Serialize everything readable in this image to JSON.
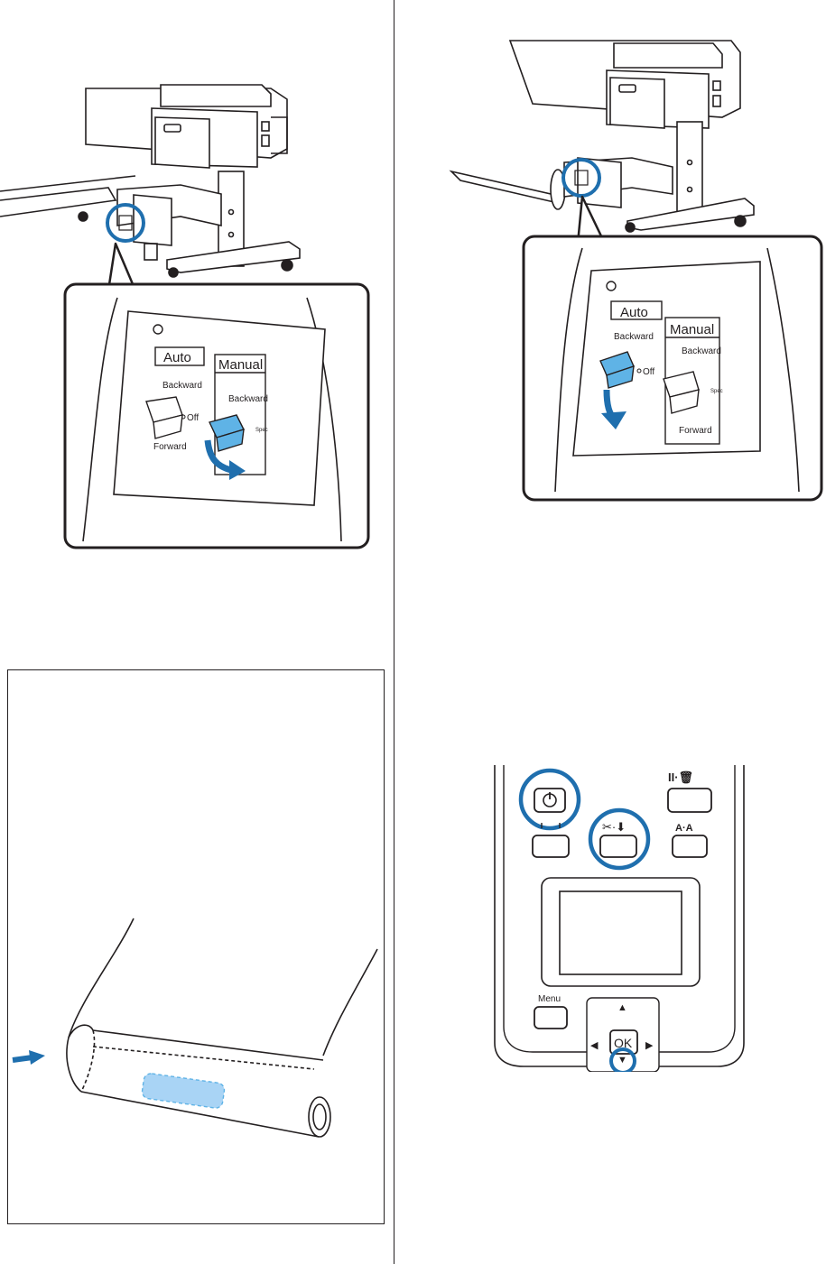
{
  "switch_panel": {
    "auto_label": "Auto",
    "manual_label": "Manual",
    "auto_backward": "Backward",
    "auto_forward": "Forward",
    "off_label": "Off",
    "manual_backward": "Backward",
    "manual_forward": "Forward",
    "speed_label": "Spec"
  },
  "control_panel": {
    "menu_label": "Menu",
    "ok_label": "OK",
    "pause_cancel_label": "II·🗑",
    "font_label": "A·A",
    "help_label": "?"
  },
  "colors": {
    "highlight_blue": "#1f6fae",
    "lever_blue": "#5fb3e6",
    "paper_core": "#a9d4f5",
    "outline": "#231f20"
  }
}
